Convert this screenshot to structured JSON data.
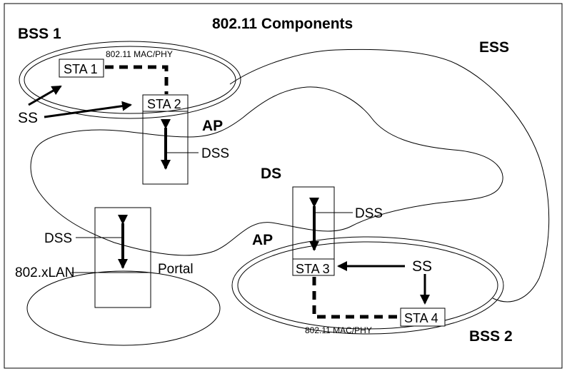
{
  "title": "802.11 Components",
  "labels": {
    "bss1": "BSS 1",
    "bss2": "BSS 2",
    "ess": "ESS",
    "ds": "DS",
    "ap_top": "AP",
    "ap_bottom": "AP",
    "ss_left": "SS",
    "ss_right": "SS",
    "dss_ap1": "DSS",
    "dss_ap2": "DSS",
    "dss_portal": "DSS",
    "portal": "Portal",
    "lan": "802.xLAN",
    "mac_phy_top": "802.11 MAC/PHY",
    "mac_phy_bottom": "802.11 MAC/PHY"
  },
  "stations": {
    "sta1": "STA 1",
    "sta2": "STA 2",
    "sta3": "STA 3",
    "sta4": "STA 4"
  },
  "colors": {
    "ink": "#000000",
    "background": "#ffffff"
  }
}
